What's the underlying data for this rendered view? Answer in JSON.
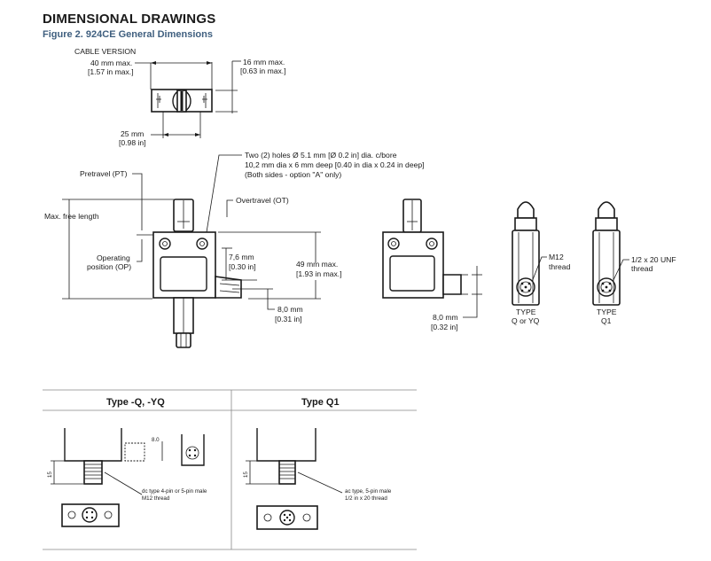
{
  "header": {
    "title": "DIMENSIONAL DRAWINGS",
    "figure_caption": "Figure 2. 924CE General Dimensions"
  },
  "top_view": {
    "version_label": "CABLE VERSION",
    "width_mm": "40 mm max.",
    "width_in": "[1.57 in max.]",
    "depth_mm": "16 mm max.",
    "depth_in": "[0.63 in max.]",
    "hole_spacing_mm": "25 mm",
    "hole_spacing_in": "[0.98 in]"
  },
  "front_view": {
    "holes_line1": "Two (2) holes Ø 5.1 mm [Ø 0.2 in] dia. c/bore",
    "holes_line2": "10,2 mm dia x 6 mm deep [0.40 in dia x 0.24 in deep]",
    "holes_line3": "(Both sides - option \"A\" only)",
    "pretravel": "Pretravel (PT)",
    "overtravel": "Overtravel (OT)",
    "max_free_length": "Max. free length",
    "operating_position_line1": "Operating",
    "operating_position_line2": "position (OP)",
    "height_mm": "49 mm max.",
    "height_in": "[1.93 in max.]",
    "dim_76_mm": "7,6 mm",
    "dim_76_in": "[0.30 in]",
    "dim_80_mm": "8,0 mm",
    "dim_80_in": "[0.31 in]"
  },
  "side_view": {
    "dim_mm": "8,0 mm",
    "dim_in": "[0.32 in]"
  },
  "connector_views": {
    "m12_label_line1": "M12",
    "m12_label_line2": "thread",
    "m12_type_line1": "TYPE",
    "m12_type_line2": "Q or YQ",
    "unf_label_line1": "1/2 x 20 UNF",
    "unf_label_line2": "thread",
    "q1_type_line1": "TYPE",
    "q1_type_line2": "Q1"
  },
  "detail_table": {
    "left_header": "Type -Q, -YQ",
    "right_header": "Type Q1",
    "left_dim_15": "15",
    "left_dim_8": "8.0",
    "left_note_line1": "dc type 4-pin or 5-pin male",
    "left_note_line2": "M12 thread",
    "right_dim_15": "15",
    "right_note_line1": "ac type, 5-pin male",
    "right_note_line2": "1/2 in x 20 thread"
  },
  "colors": {
    "caption": "#3f5f7f",
    "ink": "#1a1a1a",
    "table_rule": "#888888"
  }
}
